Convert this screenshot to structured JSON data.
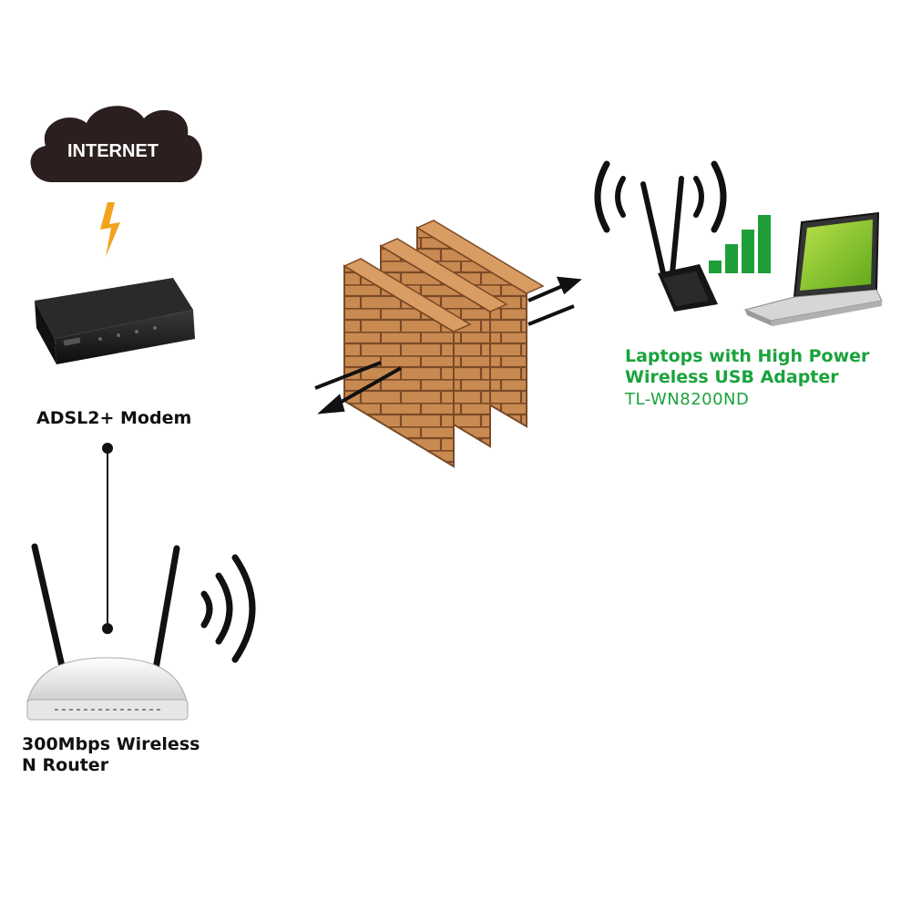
{
  "internet": {
    "label": "INTERNET"
  },
  "modem": {
    "label": "ADSL2+ Modem"
  },
  "router": {
    "label_line1": "300Mbps Wireless",
    "label_line2": "N Router"
  },
  "adapter": {
    "label_line1": "Laptops with High Power",
    "label_line2": "Wireless USB Adapter",
    "model": "TL-WN8200ND"
  },
  "colors": {
    "cloud": "#2b1f1f",
    "bolt": "#f2a21c",
    "brick": "#c98a52",
    "mortar": "#7a4a26",
    "signal_green": "#1f9e3a",
    "label_green": "#1aa33c",
    "device_dark": "#151515"
  }
}
